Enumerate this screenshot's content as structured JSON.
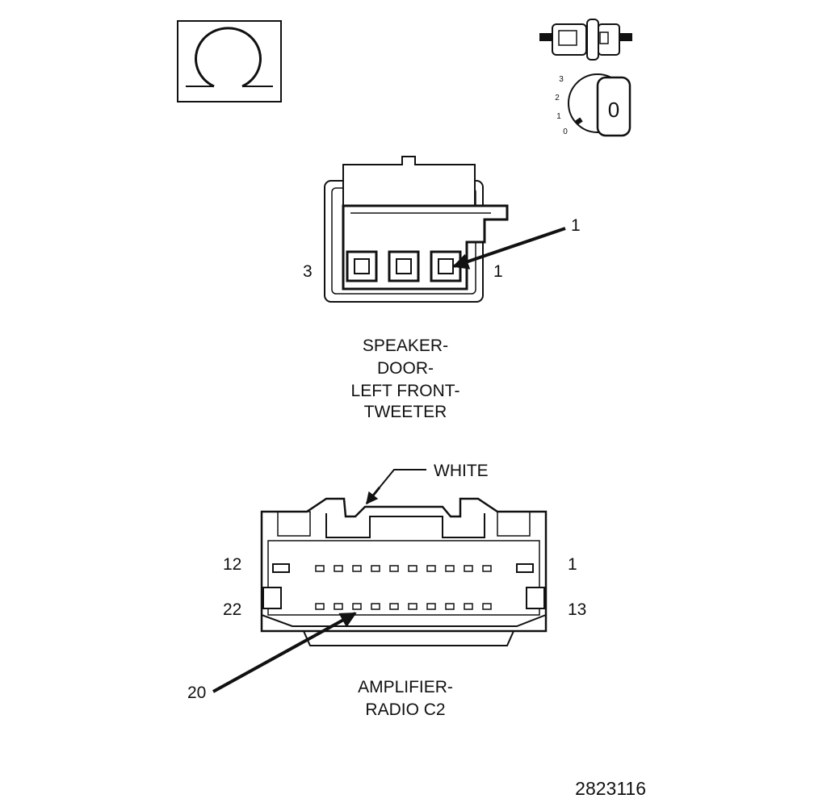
{
  "tweeter_connector": {
    "callout": "1",
    "pin_left": "3",
    "pin_right": "1",
    "title_lines": [
      "SPEAKER-",
      "DOOR-",
      "LEFT FRONT-",
      "TWEETER"
    ]
  },
  "amplifier_connector": {
    "color_label": "WHITE",
    "pin_top_left": "12",
    "pin_top_right": "1",
    "pin_bottom_left": "22",
    "pin_bottom_right": "13",
    "callout": "20",
    "title_lines": [
      "AMPLIFIER-",
      "RADIO C2"
    ]
  },
  "key_position": {
    "positions": [
      "3",
      "2",
      "1",
      "0"
    ],
    "key_label": "0"
  },
  "figure_number": "2823116",
  "icons": [
    "ohm-resistance-icon",
    "connector-plug-icon",
    "ignition-key-icon"
  ]
}
